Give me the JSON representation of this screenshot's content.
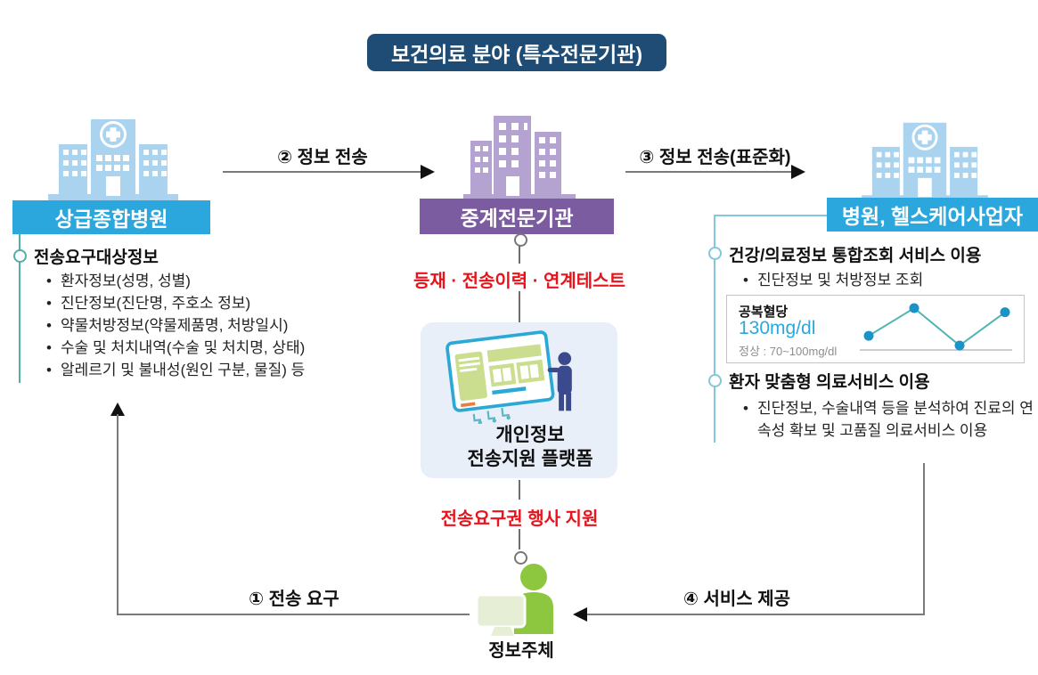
{
  "title": "보건의료 분야 (특수전문기관)",
  "nodes": {
    "left": {
      "label": "상급종합병원"
    },
    "center": {
      "label": "중계전문기관"
    },
    "right": {
      "label": "병원, 헬스케어사업자"
    }
  },
  "flows": {
    "step1": "① 전송 요구",
    "step2": "② 정보 전송",
    "step3": "③ 정보 전송(표준화)",
    "step4": "④ 서비스 제공"
  },
  "left_panel": {
    "heading": "전송요구대상정보",
    "items": [
      "환자정보(성명, 성별)",
      "진단정보(진단명, 주호소 정보)",
      "약물처방정보(약물제품명, 처방일시)",
      "수술 및 처치내역(수술 및 처치명, 상태)",
      "알레르기 및 불내성(원인 구분, 물질) 등"
    ]
  },
  "center_panel": {
    "relay_note": "등재 · 전송이력 · 연계테스트",
    "platform_line1": "개인정보",
    "platform_line2": "전송지원 플랫폼",
    "support_note": "전송요구권 행사 지원"
  },
  "right_panel": {
    "section1": {
      "heading": "건강/의료정보 통합조회 서비스 이용",
      "items": [
        "진단정보 및 처방정보 조회"
      ]
    },
    "glucose_card": {
      "title": "공복혈당",
      "value": "130mg/dl",
      "normal_range": "정상 : 70~100mg/dl",
      "sparkline": {
        "values": [
          125,
          145,
          118,
          142
        ]
      }
    },
    "section2": {
      "heading": "환자 맞춤형 의료서비스 이용",
      "items": [
        "진단정보, 수술내역 등을 분석하여 진료의 연속성 확보 및 고품질 의료서비스 이용"
      ]
    }
  },
  "subject": {
    "label": "정보주체"
  },
  "colors": {
    "title_bg": "#1E4C74",
    "blue_node": "#2BA7DE",
    "purple_node": "#7B5CA0",
    "red_text": "#E8131B",
    "accent_teal": "#4FB0AA",
    "accent_cyan": "#84C6DA",
    "green_subject": "#8DC63F"
  },
  "chart_data": {
    "type": "line",
    "title": "공복혈당",
    "x": [
      1,
      2,
      3,
      4
    ],
    "values": [
      125,
      145,
      118,
      142
    ],
    "annotations": [
      "130mg/dl",
      "정상 : 70~100mg/dl"
    ],
    "xlabel": "",
    "ylabel": ""
  }
}
